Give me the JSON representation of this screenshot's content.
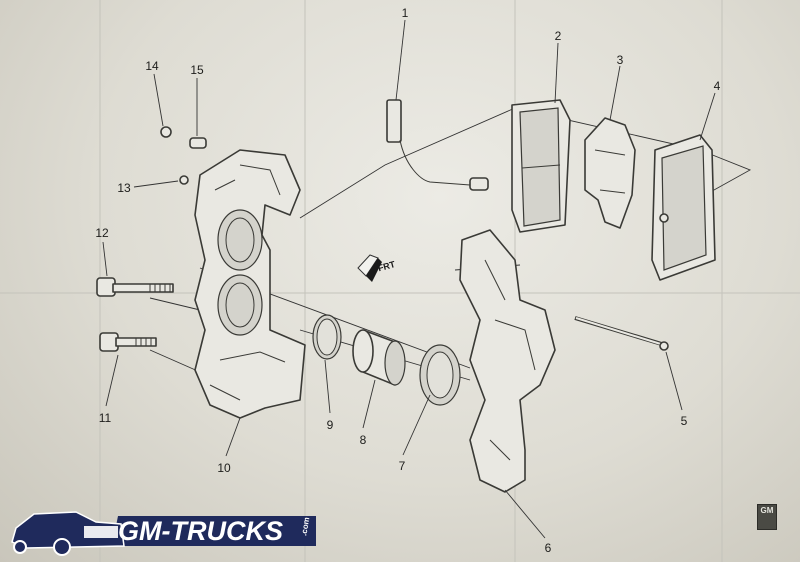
{
  "diagram": {
    "callouts": [
      "1",
      "2",
      "3",
      "4",
      "5",
      "6",
      "7",
      "8",
      "9",
      "10",
      "11",
      "12",
      "13",
      "14",
      "15"
    ],
    "front_indicator": "FRT"
  },
  "branding": {
    "site_logo_text": "GM-TRUCKS",
    "site_logo_suffix": ".com",
    "gm_badge": "GM"
  },
  "colors": {
    "logo_navy": "#1f2a5c",
    "background": "#dedcd3",
    "line_art": "#3a3a36"
  }
}
